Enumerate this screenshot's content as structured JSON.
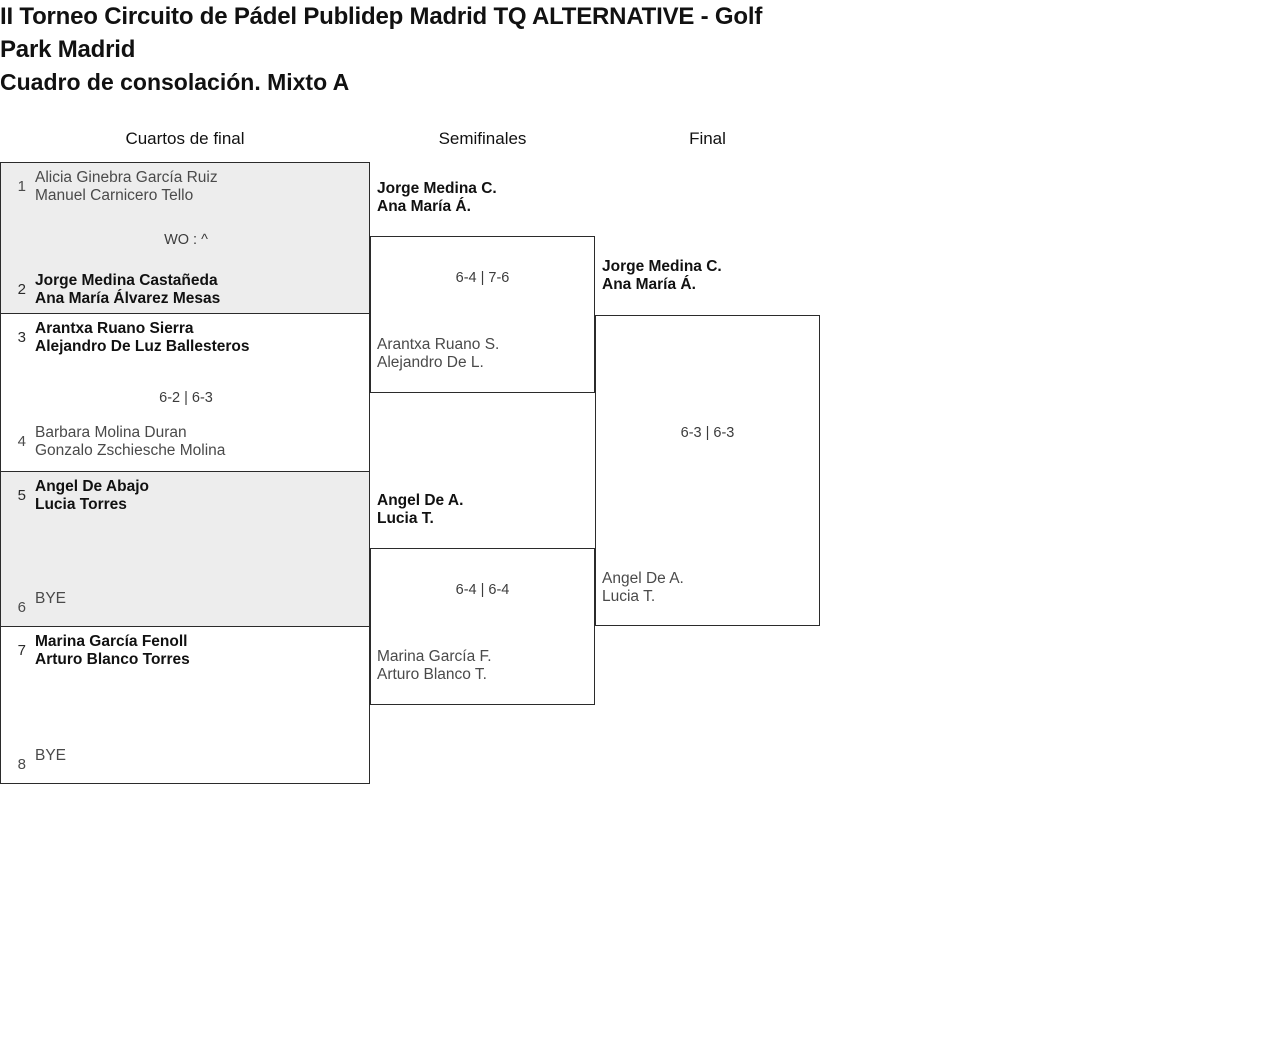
{
  "tournament": {
    "title_line_1": "II Torneo Circuito de Pádel Publidep Madrid TQ ALTERNATIVE - Golf",
    "title_line_2": "Park Madrid",
    "subtitle": "Cuadro de consolación. Mixto A"
  },
  "rounds": [
    {
      "label": "Cuartos de final"
    },
    {
      "label": "Semifinales"
    },
    {
      "label": "Final"
    }
  ],
  "quarterfinals": [
    {
      "shaded": true,
      "top": {
        "seed": "1",
        "player1": "Alicia Ginebra García Ruiz",
        "player2": "Manuel Carnicero Tello",
        "result": "loser"
      },
      "bottom": {
        "seed": "2",
        "player1": "Jorge Medina Castañeda",
        "player2": "Ana María Álvarez Mesas",
        "result": "winner"
      },
      "score": "WO : ^"
    },
    {
      "shaded": false,
      "top": {
        "seed": "3",
        "player1": "Arantxa Ruano Sierra",
        "player2": "Alejandro De Luz Ballesteros",
        "result": "winner"
      },
      "bottom": {
        "seed": "4",
        "player1": "Barbara Molina Duran",
        "player2": "Gonzalo Zschiesche Molina",
        "result": "loser"
      },
      "score": "6-2 | 6-3"
    },
    {
      "shaded": true,
      "top": {
        "seed": "5",
        "player1": "Angel De Abajo",
        "player2": "Lucia Torres",
        "result": "winner"
      },
      "bottom": {
        "seed": "6",
        "player1": "BYE",
        "player2": "",
        "result": "loser"
      },
      "score": ""
    },
    {
      "shaded": false,
      "top": {
        "seed": "7",
        "player1": "Marina García Fenoll",
        "player2": "Arturo Blanco Torres",
        "result": "winner"
      },
      "bottom": {
        "seed": "8",
        "player1": "BYE",
        "player2": "",
        "result": "loser"
      },
      "score": ""
    }
  ],
  "semifinals": [
    {
      "top": {
        "player1": "Jorge Medina C.",
        "player2": "Ana María Á.",
        "result": "winner"
      },
      "bottom": {
        "player1": "Arantxa Ruano S.",
        "player2": "Alejandro De L.",
        "result": "loser"
      },
      "score": "6-4 | 7-6"
    },
    {
      "top": {
        "player1": "Angel De A.",
        "player2": "Lucia T.",
        "result": "winner"
      },
      "bottom": {
        "player1": "Marina García F.",
        "player2": "Arturo Blanco T.",
        "result": "loser"
      },
      "score": "6-4 | 6-4"
    }
  ],
  "final": {
    "top": {
      "player1": "Jorge Medina C.",
      "player2": "Ana María Á.",
      "result": "winner"
    },
    "bottom": {
      "player1": "Angel De A.",
      "player2": "Lucia T.",
      "result": "loser"
    },
    "score": "6-3 | 6-3"
  },
  "colors": {
    "shaded_row": "#ededed",
    "border": "#2b2b2b",
    "winner_text": "#111111",
    "loser_text": "#4a4a4a"
  }
}
